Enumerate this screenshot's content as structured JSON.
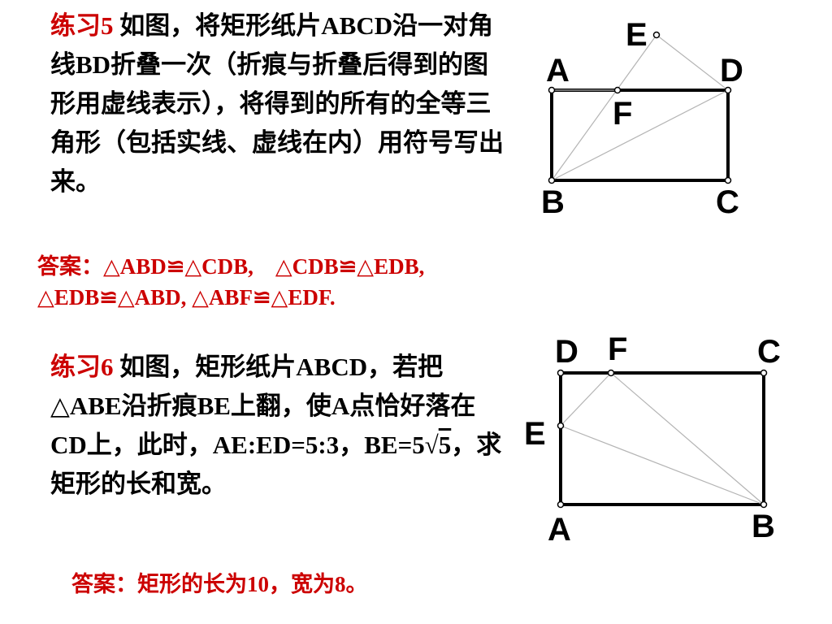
{
  "exercise5": {
    "label": "练习5",
    "text": " 如图，将矩形纸片ABCD沿一对角线BD折叠一次（折痕与折叠后得到的图形用虚线表示），将得到的所有的全等三角形（包括实线、虚线在内）用符号写出来。",
    "answer_line1": "答案：△ABD≌△CDB,    △CDB≌△EDB,",
    "answer_line2": "△EDB≌△ABD, △ABF≌△EDF.",
    "figure": {
      "A": "A",
      "B": "B",
      "C": "C",
      "D": "D",
      "E": "E",
      "F": "F"
    }
  },
  "exercise6": {
    "label": "练习6",
    "text_before_root": " 如图，矩形纸片ABCD，若把△ABE沿折痕BE上翻，使A点恰好落在CD上，此时，AE:ED=5:3，BE=5√",
    "radicand": "5",
    "text_after_root": "，求矩形的长和宽。",
    "answer": "答案：矩形的长为10，宽为8。",
    "figure": {
      "A": "A",
      "B": "B",
      "C": "C",
      "D": "D",
      "E": "E",
      "F": "F"
    }
  }
}
